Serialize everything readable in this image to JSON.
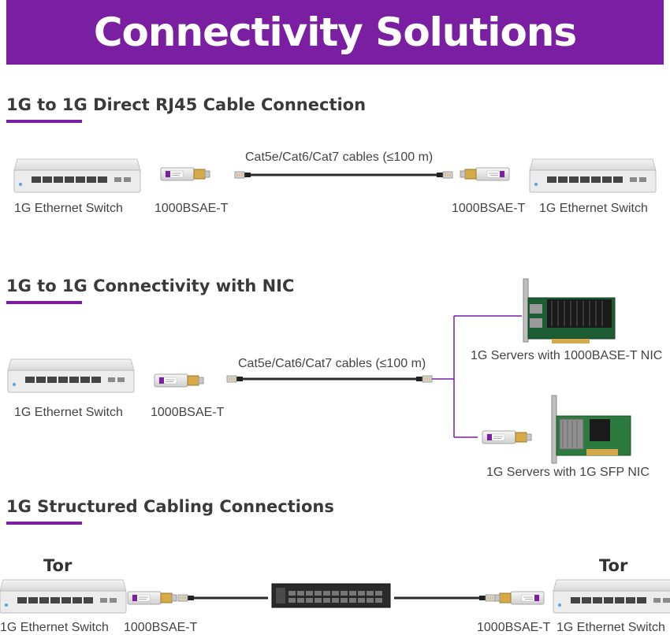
{
  "banner": {
    "title": "Connectivity Solutions",
    "color": "#7a1fa2"
  },
  "section1": {
    "title": "1G to 1G Direct RJ45 Cable Connection",
    "cable_label": "Cat5e/Cat6/Cat7 cables (≤100 m)",
    "left_switch": "1G Ethernet Switch",
    "left_module": "1000BSAE-T",
    "right_module": "1000BSAE-T",
    "right_switch": "1G Ethernet Switch"
  },
  "section2": {
    "title": "1G to 1G Connectivity with NIC",
    "cable_label": "Cat5e/Cat6/Cat7 cables (≤100 m)",
    "switch": "1G Ethernet Switch",
    "module": "1000BSAE-T",
    "server_top": "1G Servers with 1000BASE-T NIC",
    "server_bottom": "1G Servers with 1G SFP NIC"
  },
  "section3": {
    "title": "1G Structured Cabling Connections",
    "left_tor": "Tor",
    "right_tor": "Tor",
    "left_switch": "1G Ethernet Switch",
    "left_module": "1000BSAE-T",
    "right_module": "1000BSAE-T",
    "right_switch": "1G Ethernet Switch"
  },
  "icons": [
    "ethernet-switch-icon",
    "sfp-module-icon",
    "rj45-cable-icon",
    "nic-card-icon",
    "patch-panel-icon"
  ]
}
